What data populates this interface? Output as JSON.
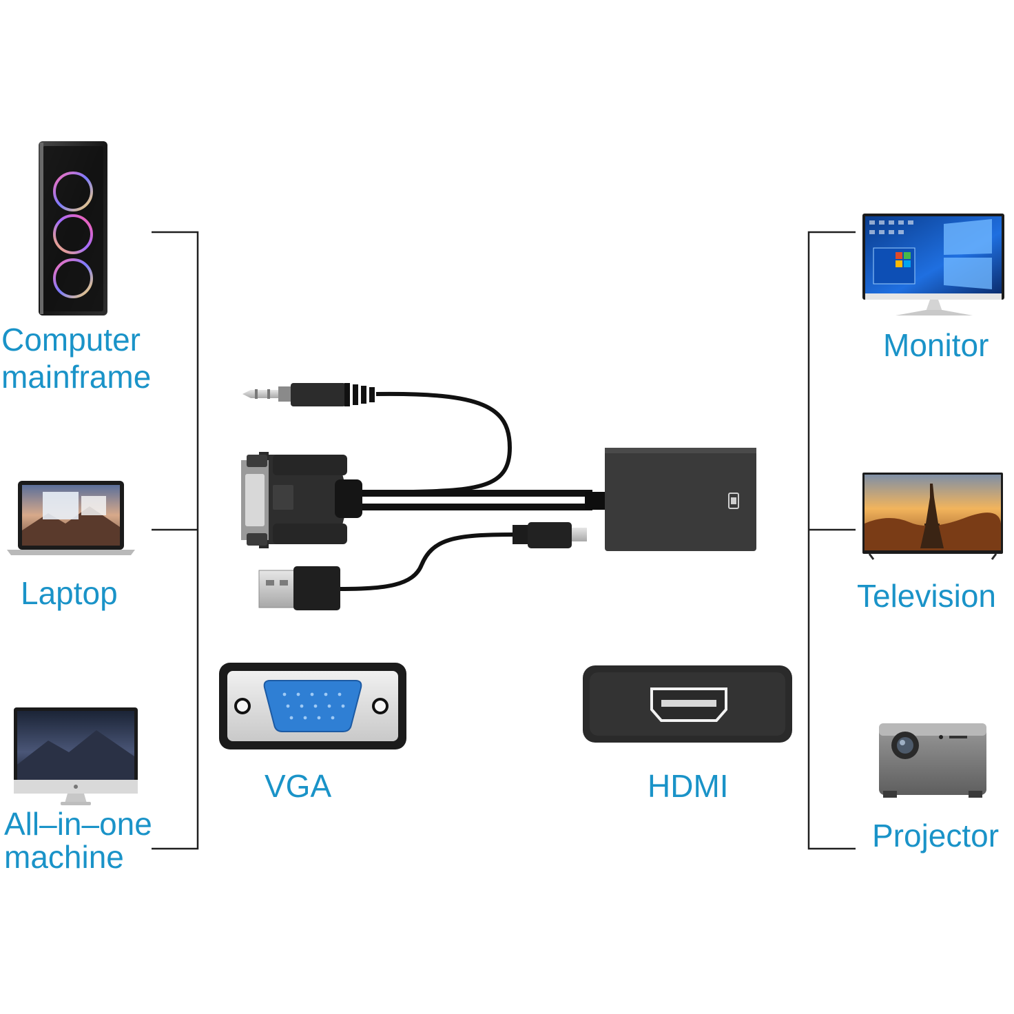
{
  "colors": {
    "label": "#1a93c8",
    "line": "#1f1f1f",
    "cable": "#111111",
    "vga_blue": "#2f7fd4",
    "adapter": "#3a3a3a"
  },
  "sources": [
    {
      "id": "computer",
      "icon": "pc-tower-icon",
      "lines": [
        "Computer",
        "mainframe"
      ]
    },
    {
      "id": "laptop",
      "icon": "laptop-icon",
      "lines": [
        "Laptop"
      ]
    },
    {
      "id": "aio",
      "icon": "all-in-one-icon",
      "lines": [
        "All–in–one",
        "machine"
      ]
    }
  ],
  "displays": [
    {
      "id": "monitor",
      "icon": "monitor-icon",
      "lines": [
        "Monitor"
      ]
    },
    {
      "id": "television",
      "icon": "television-icon",
      "lines": [
        "Television"
      ]
    },
    {
      "id": "projector",
      "icon": "projector-icon",
      "lines": [
        "Projector"
      ]
    }
  ],
  "ports": {
    "vga": "VGA",
    "hdmi": "HDMI"
  }
}
